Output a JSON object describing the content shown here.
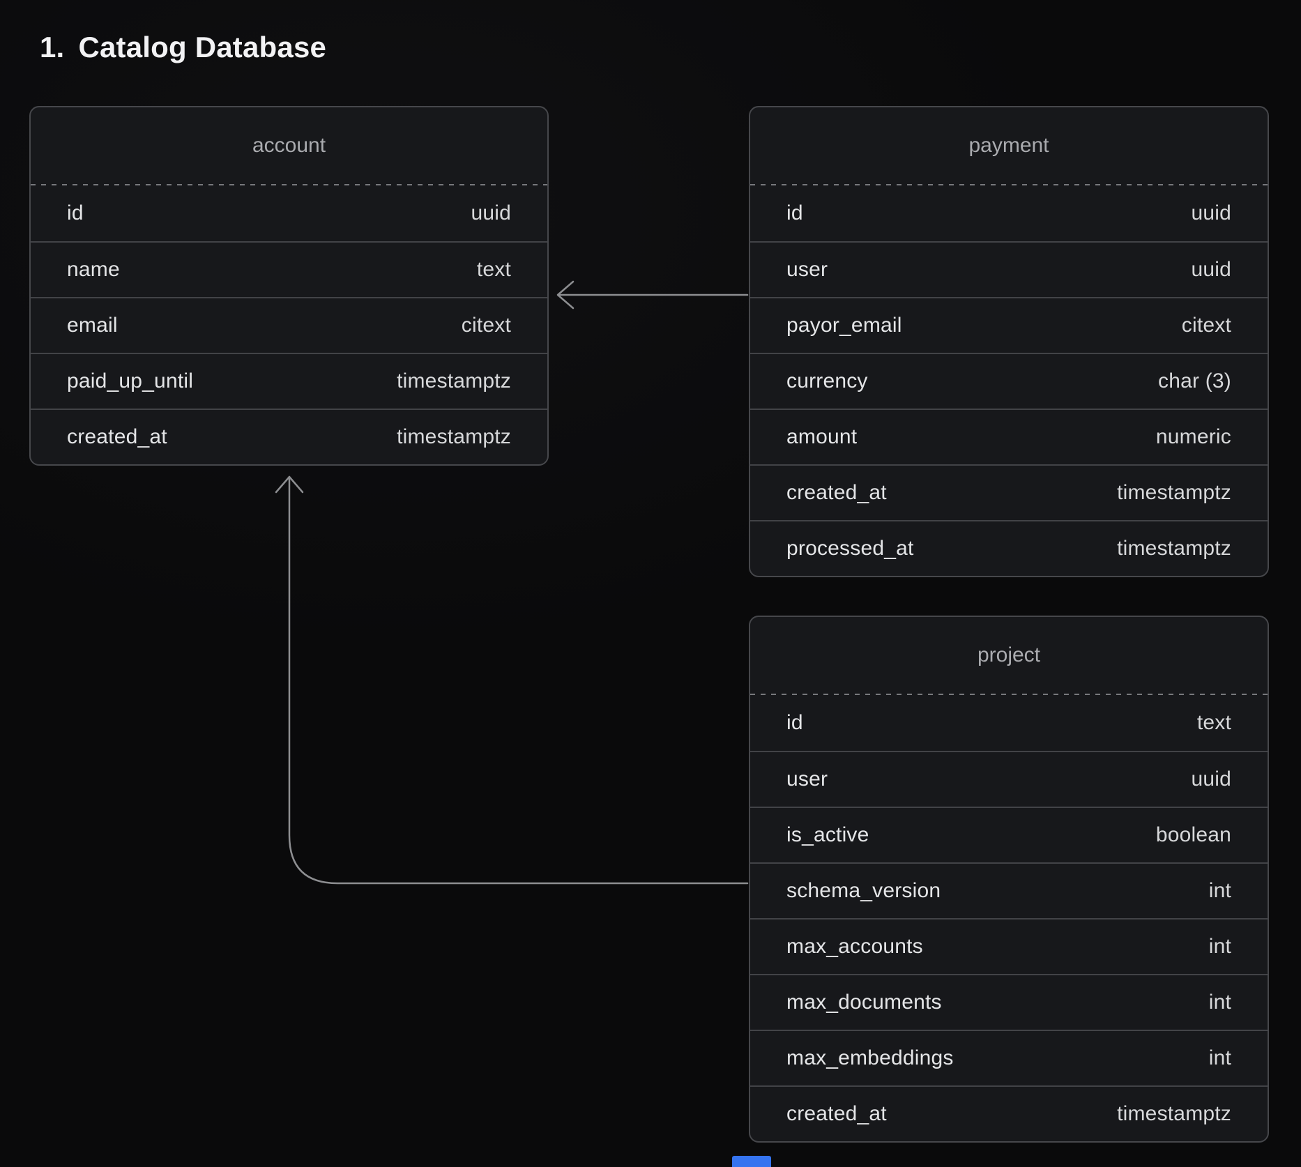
{
  "page": {
    "title_number": "1.",
    "title_text": "Catalog Database"
  },
  "tables": [
    {
      "id": "account",
      "name": "account",
      "columns": [
        {
          "name": "id",
          "type": "uuid"
        },
        {
          "name": "name",
          "type": "text"
        },
        {
          "name": "email",
          "type": "citext"
        },
        {
          "name": "paid_up_until",
          "type": "timestamptz"
        },
        {
          "name": "created_at",
          "type": "timestamptz"
        }
      ]
    },
    {
      "id": "payment",
      "name": "payment",
      "columns": [
        {
          "name": "id",
          "type": "uuid"
        },
        {
          "name": "user",
          "type": "uuid"
        },
        {
          "name": "payor_email",
          "type": "citext"
        },
        {
          "name": "currency",
          "type": "char (3)"
        },
        {
          "name": "amount",
          "type": "numeric"
        },
        {
          "name": "created_at",
          "type": "timestamptz"
        },
        {
          "name": "processed_at",
          "type": "timestamptz"
        }
      ]
    },
    {
      "id": "project",
      "name": "project",
      "columns": [
        {
          "name": "id",
          "type": "text"
        },
        {
          "name": "user",
          "type": "uuid"
        },
        {
          "name": "is_active",
          "type": "boolean"
        },
        {
          "name": "schema_version",
          "type": "int"
        },
        {
          "name": "max_accounts",
          "type": "int"
        },
        {
          "name": "max_documents",
          "type": "int"
        },
        {
          "name": "max_embeddings",
          "type": "int"
        },
        {
          "name": "created_at",
          "type": "timestamptz"
        }
      ]
    }
  ],
  "relationships": [
    {
      "from": "payment.user",
      "to": "account"
    },
    {
      "from": "project.user",
      "to": "account"
    }
  ],
  "colors": {
    "background": "#0a0a0b",
    "surface": "#17181b",
    "border": "#46474b",
    "divider": "#424347",
    "dashed": "#77787c",
    "header_text": "#aaabaf",
    "field_text": "#e4e5e7",
    "type_text": "#d7d8da",
    "title_text": "#f2f2f4",
    "connector": "#8d8e91",
    "accent_blue": "#3574f0"
  }
}
